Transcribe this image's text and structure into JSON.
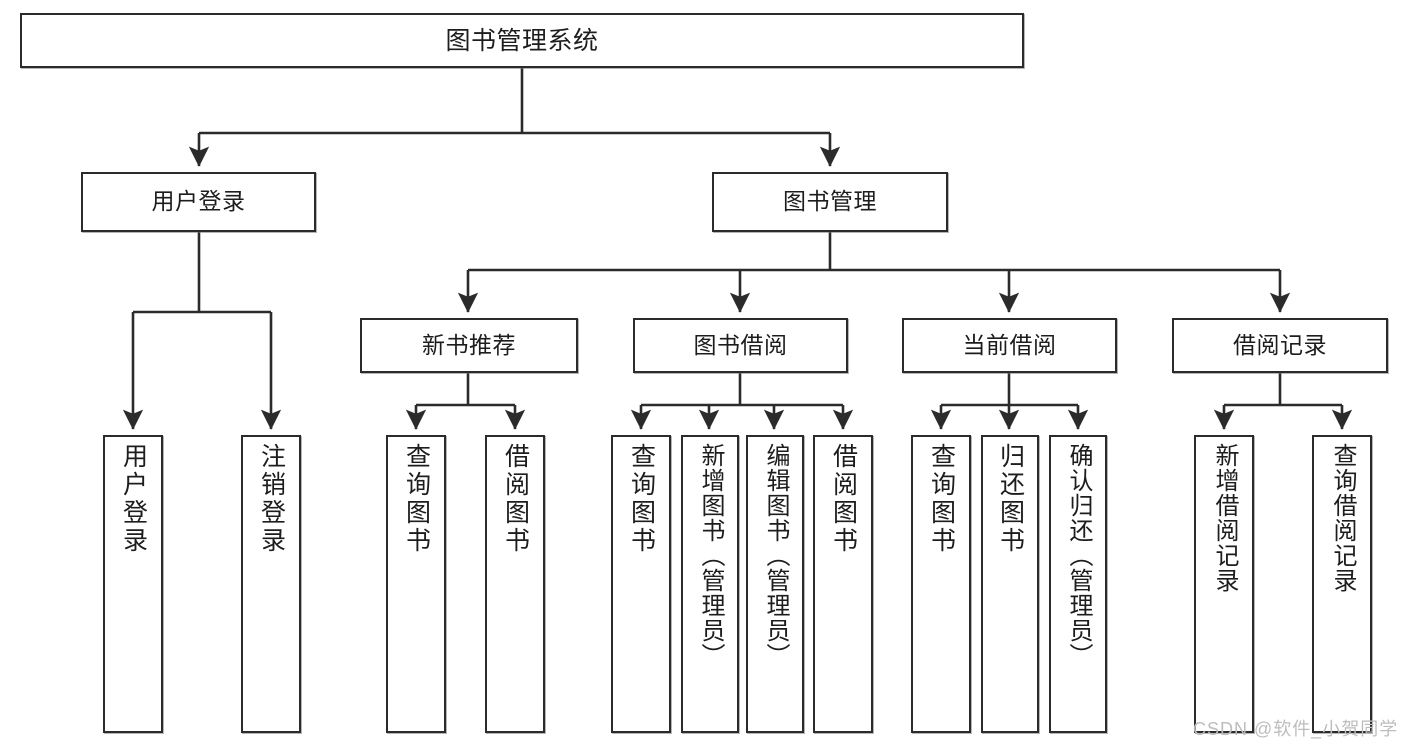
{
  "diagram": {
    "title": "图书管理系统",
    "type": "tree-hierarchy-diagram",
    "root": {
      "label": "图书管理系统"
    },
    "level1": [
      {
        "label": "用户登录"
      },
      {
        "label": "图书管理"
      }
    ],
    "level2": [
      {
        "label": "新书推荐"
      },
      {
        "label": "图书借阅"
      },
      {
        "label": "当前借阅"
      },
      {
        "label": "借阅记录"
      }
    ],
    "leaves": [
      {
        "label": "用户登录"
      },
      {
        "label": "注销登录"
      },
      {
        "label": "查询图书"
      },
      {
        "label": "借阅图书"
      },
      {
        "label": "查询图书"
      },
      {
        "label": "新增图书（管理员）"
      },
      {
        "label": "编辑图书（管理员）"
      },
      {
        "label": "借阅图书"
      },
      {
        "label": "查询图书"
      },
      {
        "label": "归还图书"
      },
      {
        "label": "确认归还（管理员）"
      },
      {
        "label": "新增借阅记录"
      },
      {
        "label": "查询借阅记录"
      }
    ]
  },
  "watermark": {
    "text": "CSDN @软件_小贺同学"
  },
  "colors": {
    "box_border": "#2b2b2b",
    "box_fill": "#ffffff",
    "text": "#1d1d1d",
    "connector": "#2b2b2b",
    "watermark": "#bdbdbd",
    "background": "#ffffff"
  }
}
